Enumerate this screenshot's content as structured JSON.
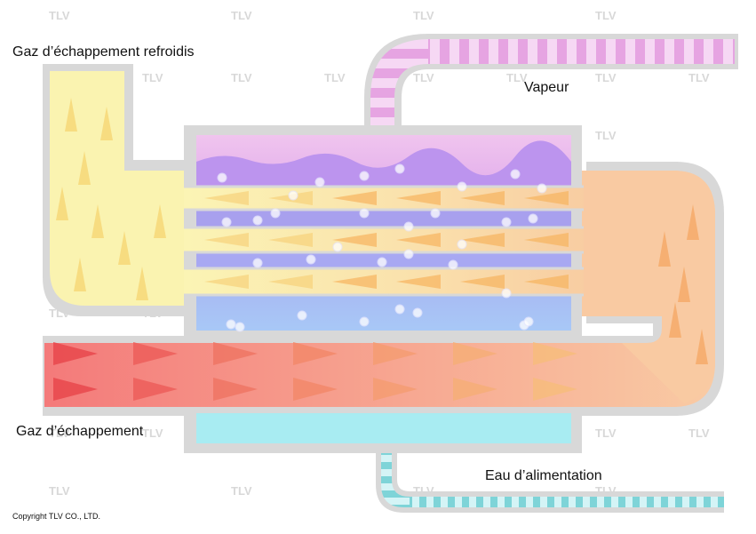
{
  "labels": {
    "cooled_exhaust_gas": "Gaz d’échappement refroidis",
    "steam": "Vapeur",
    "exhaust_gas": "Gaz d’échappement",
    "feed_water": "Eau d’alimentation"
  },
  "copyright": "Copyright TLV CO., LTD.",
  "watermark": "TLV",
  "colors": {
    "cooled_gas": "#fbf3b0",
    "hot_gas": "#f58a88",
    "warm_gas": "#f8c8a0",
    "steam": "#e8aee6",
    "water": "#a8c4f4",
    "steam_space": "#b890ee",
    "feed_water": "#a8ecf2",
    "casing": "#d9d9d9"
  }
}
